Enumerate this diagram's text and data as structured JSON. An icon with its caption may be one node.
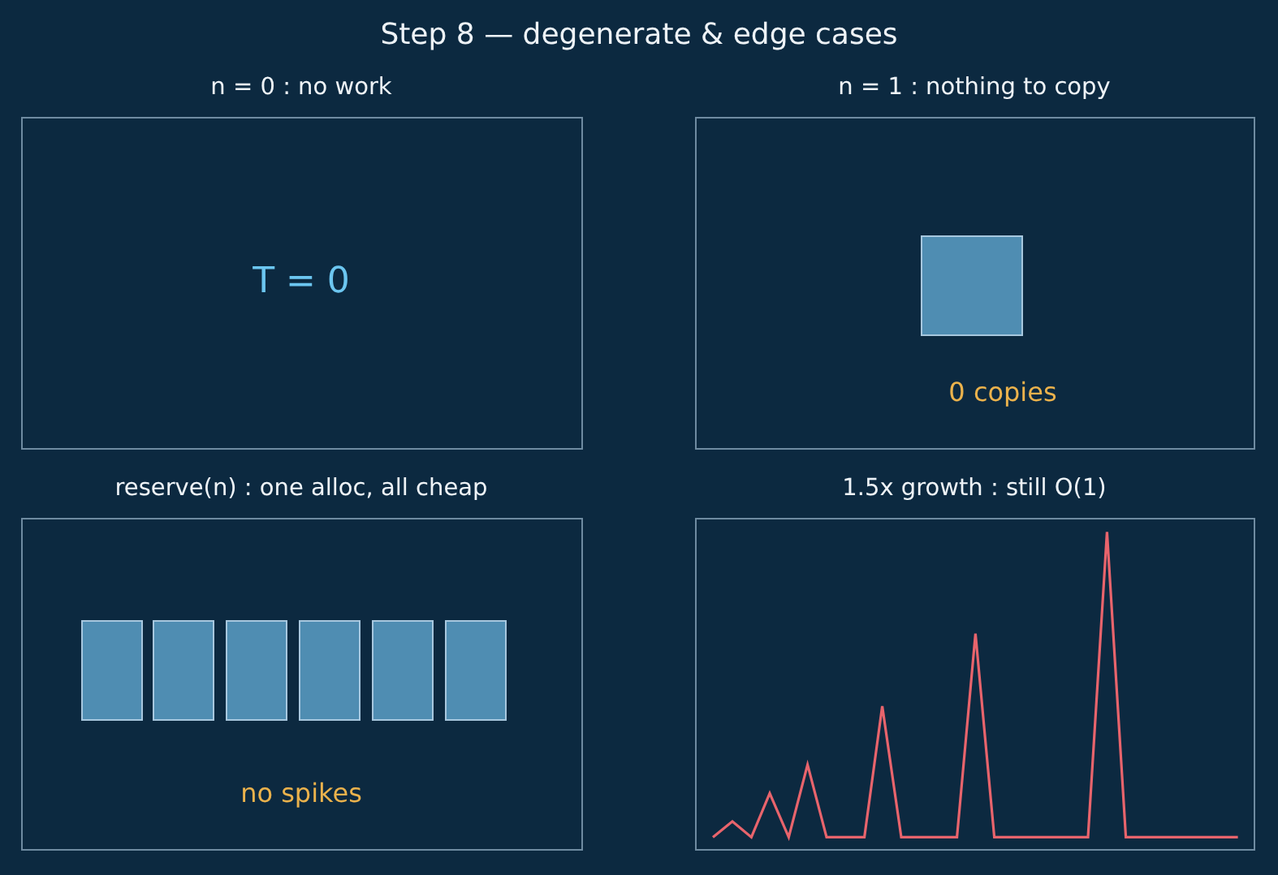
{
  "diagram": {
    "title": "Step 8 — degenerate & edge cases",
    "nodes": [
      {
        "text": [
          "n = 0 : no work",
          "T = 0"
        ]
      },
      {
        "text": [
          "n = 1 : nothing to copy",
          "0 copies"
        ]
      },
      {
        "text": [],
        "shape": "box",
        "in": 1
      },
      {
        "text": [
          "reserve(n) : one alloc, all cheap",
          "no spikes"
        ]
      },
      {
        "text": [],
        "shape": "box",
        "in": 3
      },
      {
        "text": [],
        "shape": "box",
        "in": 3
      },
      {
        "text": [],
        "shape": "box",
        "in": 3
      },
      {
        "text": [],
        "shape": "box",
        "in": 3
      },
      {
        "text": [],
        "shape": "box",
        "in": 3
      },
      {
        "text": [],
        "shape": "box",
        "in": 3
      },
      {
        "text": [
          "1.5x growth : still O(1)"
        ]
      }
    ],
    "edges": []
  }
}
